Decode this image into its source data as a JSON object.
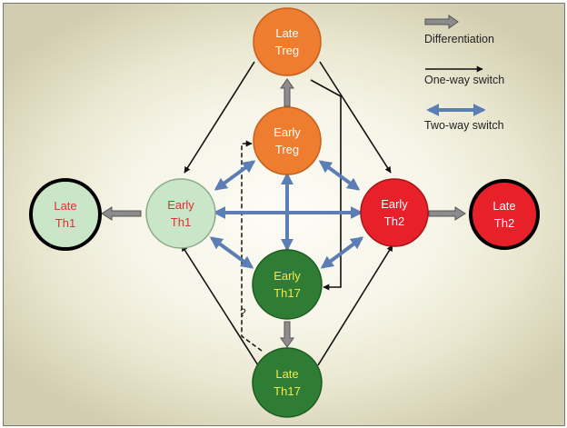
{
  "nodes": {
    "late_treg": {
      "line1": "Late",
      "line2": "Treg",
      "fill": "#ee7d2f",
      "text_color": "#ffffff"
    },
    "early_treg": {
      "line1": "Early",
      "line2": "Treg",
      "fill": "#ee7d2f",
      "text_color": "#ffffff"
    },
    "late_th1": {
      "line1": "Late",
      "line2": "Th1",
      "fill": "#c9e6c8",
      "text_color": "#e03030"
    },
    "early_th1": {
      "line1": "Early",
      "line2": "Th1",
      "fill": "#c9e6c8",
      "text_color": "#e03030"
    },
    "early_th2": {
      "line1": "Early",
      "line2": "Th2",
      "fill": "#e8202a",
      "text_color": "#ffffff"
    },
    "late_th2": {
      "line1": "Late",
      "line2": "Th2",
      "fill": "#e8202a",
      "text_color": "#ffffff"
    },
    "early_th17": {
      "line1": "Early",
      "line2": "Th17",
      "fill": "#2f7d34",
      "text_color": "#f2e94a"
    },
    "late_th17": {
      "line1": "Late",
      "line2": "Th17",
      "fill": "#2f7d34",
      "text_color": "#f2e94a"
    }
  },
  "legend": {
    "differentiation": "Differentiation",
    "one_way": "One-way switch",
    "two_way": "Two-way switch"
  },
  "uncertain_mark": "?",
  "colors": {
    "two_way_arrow": "#5b7fb4",
    "diff_arrow": "#8c8c8c",
    "one_way_arrow": "#111111"
  }
}
